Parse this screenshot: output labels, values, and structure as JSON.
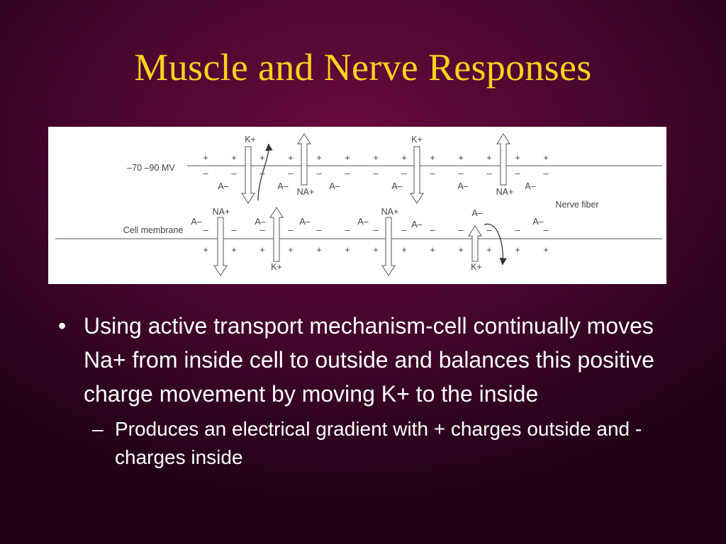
{
  "slide": {
    "title": "Muscle and Nerve Responses"
  },
  "diagram": {
    "voltage_label": "–70 –90 MV",
    "cell_membrane_label": "Cell membrane",
    "nerve_fiber_label": "Nerve fiber",
    "k": "K+",
    "na": "NA+",
    "anion": "A–",
    "plus": "+",
    "minus": "–"
  },
  "bullets": {
    "main": "Using active transport mechanism-cell continually moves Na+ from inside cell to outside and balances this positive charge movement by moving K+ to the inside",
    "main_mark": "•",
    "sub": "Produces an electrical gradient with + charges outside and - charges inside",
    "sub_mark": "–"
  }
}
